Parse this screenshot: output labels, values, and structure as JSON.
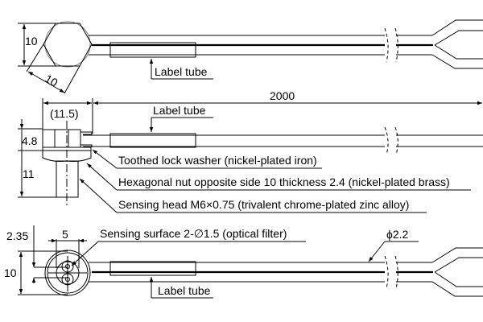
{
  "top_view": {
    "dim_height": "10",
    "dim_across_flats": "10",
    "label_tube": "Label tube"
  },
  "side_view": {
    "dim_width": "(11.5)",
    "dim_length": "2000",
    "dim_upper": "4.8",
    "dim_lower": "11",
    "label_tube": "Label tube",
    "callouts": [
      "Toothed lock washer (nickel-plated iron)",
      "Hexagonal nut opposite side 10 thickness 2.4 (nickel-plated brass)",
      "Sensing head M6×0.75 (trivalent chrome-plated zinc alloy)"
    ]
  },
  "front_view": {
    "dim_offset": "2.35",
    "dim_pitch": "5",
    "dim_height": "10",
    "sensing_surface": "Sensing surface 2-∅1.5 (optical filter)",
    "cable_diameter": "ϕ2.2",
    "label_tube": "Label tube"
  }
}
